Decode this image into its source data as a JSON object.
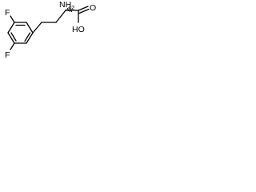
{
  "molecule": {
    "atom_labels": {
      "fluorine_top": "F",
      "fluorine_bottom": "F",
      "amine": "NH",
      "amine_subscript": "2",
      "carbonyl_oxygen": "O",
      "hydroxyl": "HO"
    },
    "colors": {
      "bond": "#000000",
      "text": "#000000",
      "background": "#ffffff"
    }
  }
}
